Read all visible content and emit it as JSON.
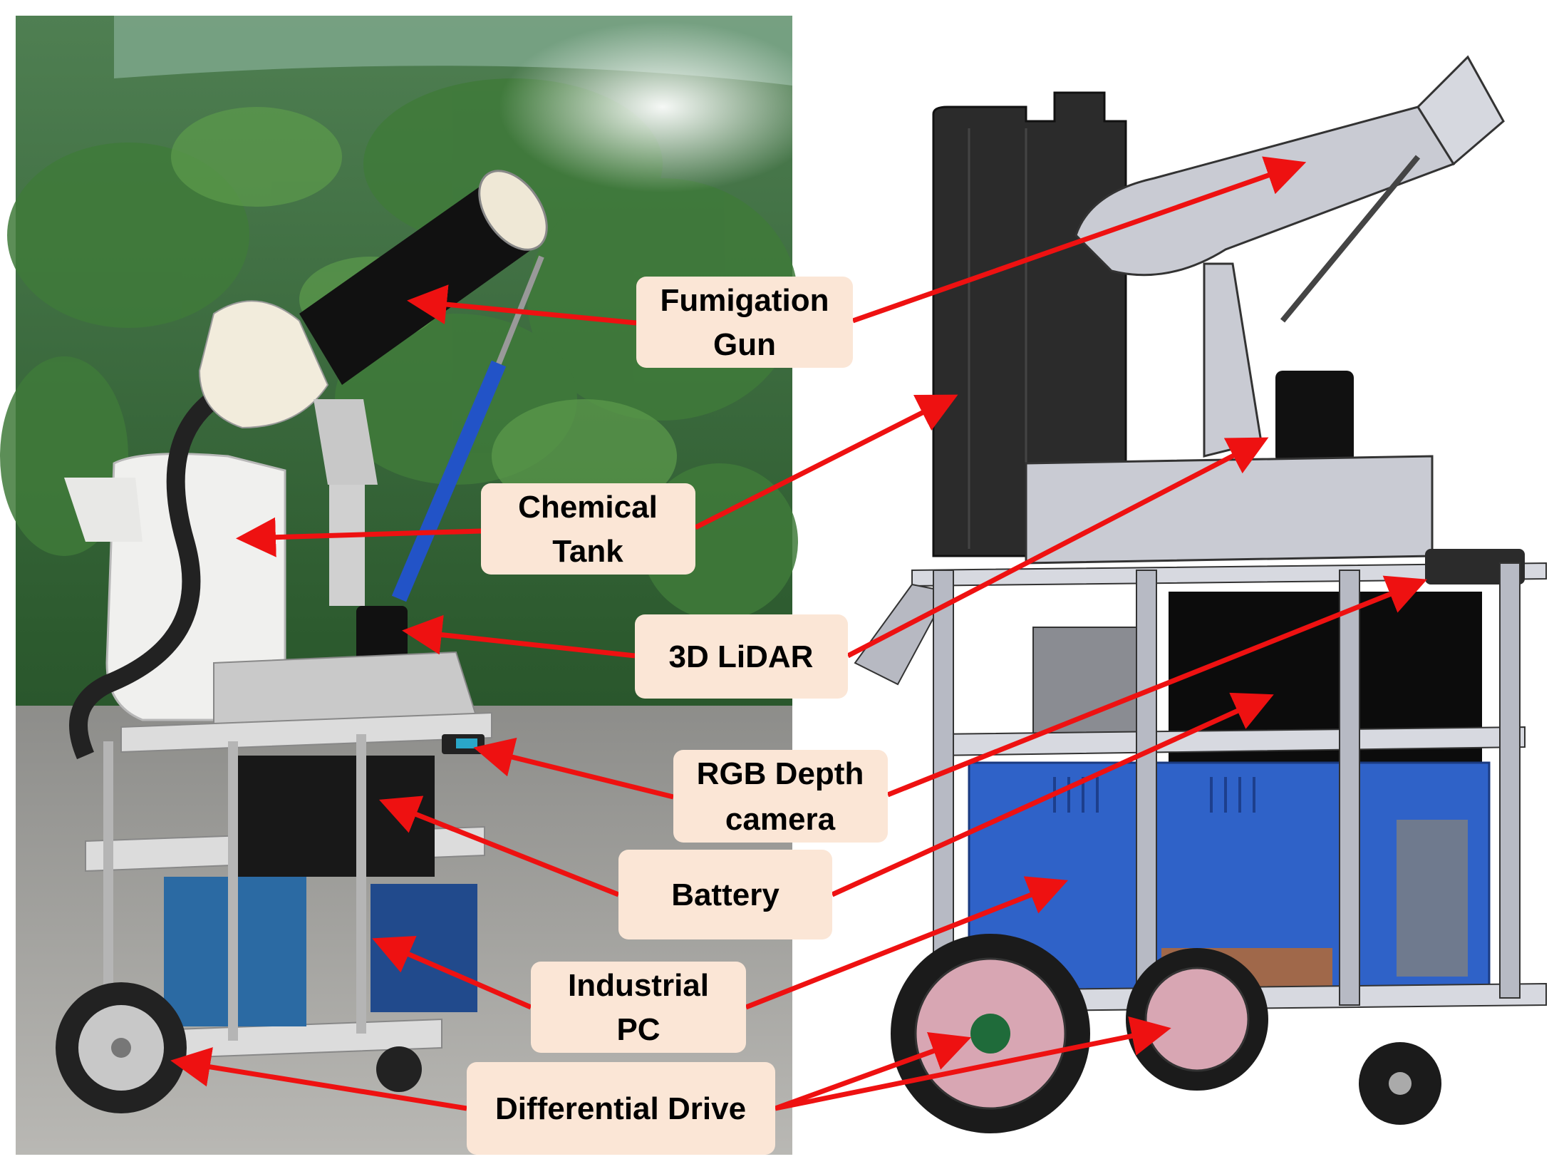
{
  "labels": {
    "fumigation_gun": [
      "Fumigation",
      "Gun"
    ],
    "chemical_tank": [
      "Chemical",
      "Tank"
    ],
    "lidar": [
      "3D LiDAR"
    ],
    "rgb_depth_camera": [
      "RGB Depth",
      "camera"
    ],
    "battery": [
      "Battery"
    ],
    "industrial_pc": [
      "Industrial",
      "PC"
    ],
    "differential_drive": [
      "Differential Drive"
    ]
  },
  "colors": {
    "label_fill": "#fbe6d6",
    "arrow": "#ee1111",
    "cad_frame": "#c9cbd3",
    "cad_battery": "#2f62c8",
    "cad_dark": "#2b2b2b",
    "wheel_rim": "#d8a6b3",
    "foliage": "#2d5a2b"
  },
  "panels": {
    "left": "photograph of the fumigation robot in front of tropical plants",
    "right": "CAD rendering of the fumigation robot"
  }
}
